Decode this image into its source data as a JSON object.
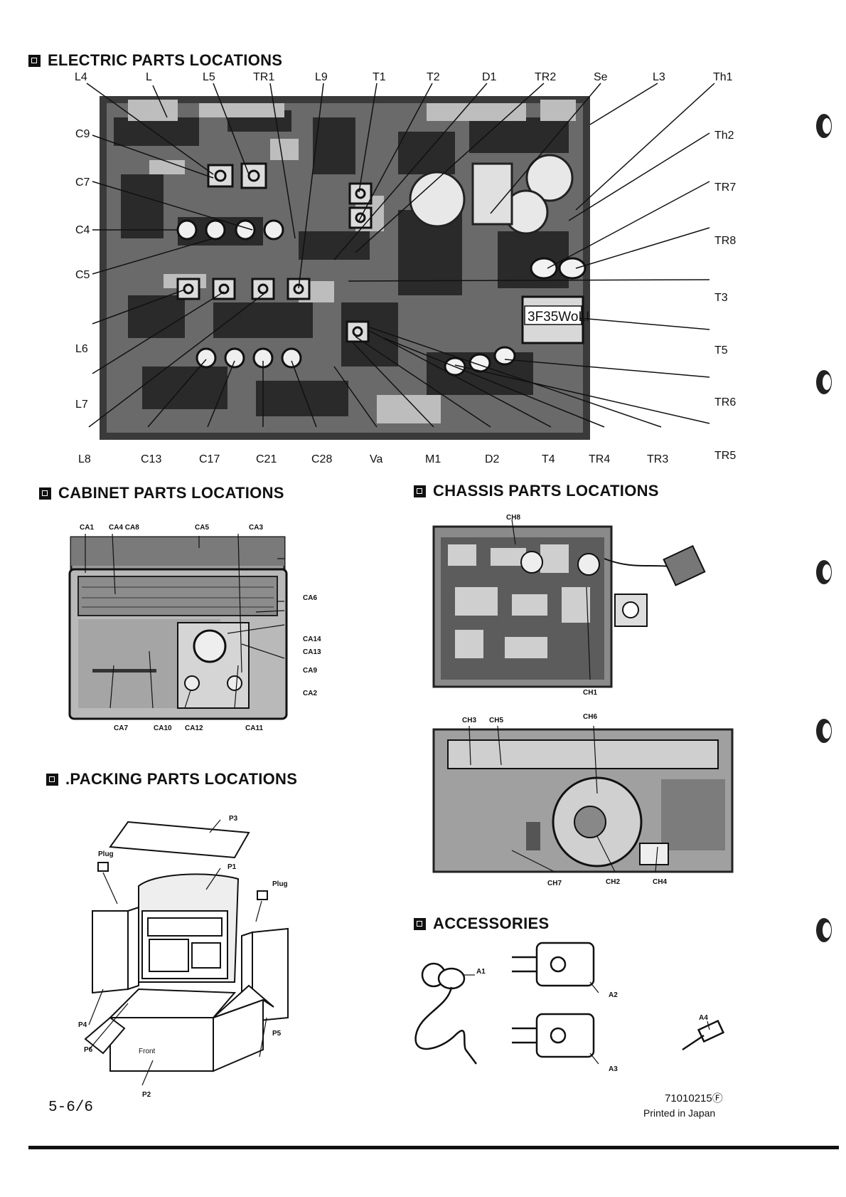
{
  "sections": {
    "electric": "ELECTRIC PARTS LOCATIONS",
    "cabinet": "CABINET PARTS LOCATIONS",
    "chassis": "CHASSIS PARTS LOCATIONS",
    "packing": ".PACKING PARTS LOCATIONS",
    "accessories": "ACCESSORIES"
  },
  "electric_labels": {
    "top": [
      "L4",
      "L",
      "L5",
      "TR1",
      "L9",
      "T1",
      "T2",
      "D1",
      "TR2",
      "Se",
      "L3",
      "Th1"
    ],
    "left": [
      "C9",
      "C7",
      "C4",
      "C5",
      "L6",
      "L7"
    ],
    "right": [
      "Th2",
      "TR7",
      "TR8",
      "T3",
      "T5",
      "TR6",
      "TR5"
    ],
    "bottom": [
      "L8",
      "C13",
      "C17",
      "C21",
      "C28",
      "Va",
      "M1",
      "D2",
      "T4",
      "TR4",
      "TR3"
    ]
  },
  "board_marking": "3F35WoLI",
  "cabinet_labels": {
    "top": [
      "CA1",
      "CA4 CA8",
      "CA5",
      "CA3"
    ],
    "right": [
      "CA6",
      "CA14",
      "CA13",
      "CA9",
      "CA2"
    ],
    "bottom": [
      "CA7",
      "CA10",
      "CA12",
      "CA11"
    ]
  },
  "chassis_labels": {
    "upper": [
      "CH8",
      "CH1"
    ],
    "lower_top": [
      "CH3",
      "CH5",
      "CH6"
    ],
    "lower_bottom": [
      "CH7",
      "CH2",
      "CH4"
    ]
  },
  "packing_labels": [
    "P3",
    "Plug",
    "P1",
    "Plug",
    "P4",
    "P6",
    "P5",
    "Front",
    "P2"
  ],
  "accessory_labels": [
    "A1",
    "A2",
    "A3",
    "A4"
  ],
  "footer": {
    "page": "5-6/6",
    "doc_number": "71010215Ⓕ",
    "printed": "Printed in Japan"
  }
}
